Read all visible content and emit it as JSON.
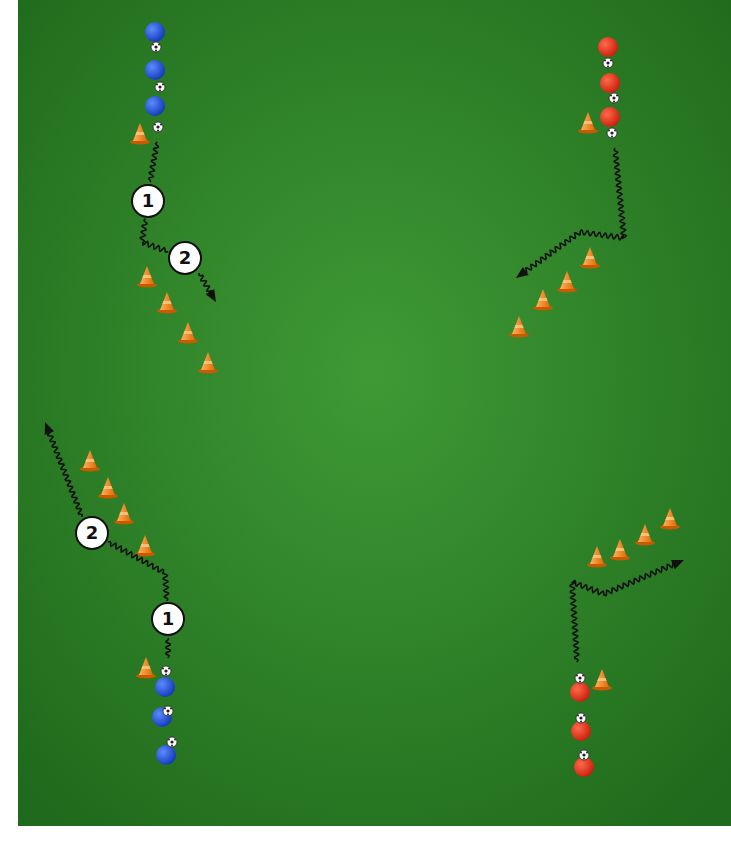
{
  "diagram": {
    "nodes": [
      {
        "text": [
          "1"
        ]
      },
      {
        "text": [
          "2"
        ]
      },
      {
        "text": [
          "2"
        ]
      },
      {
        "text": [
          "1"
        ]
      }
    ],
    "edges": [
      {
        "from": 0,
        "to": 1,
        "arrow": "none"
      },
      {
        "from": 3,
        "to": 2,
        "arrow": "none"
      }
    ]
  }
}
